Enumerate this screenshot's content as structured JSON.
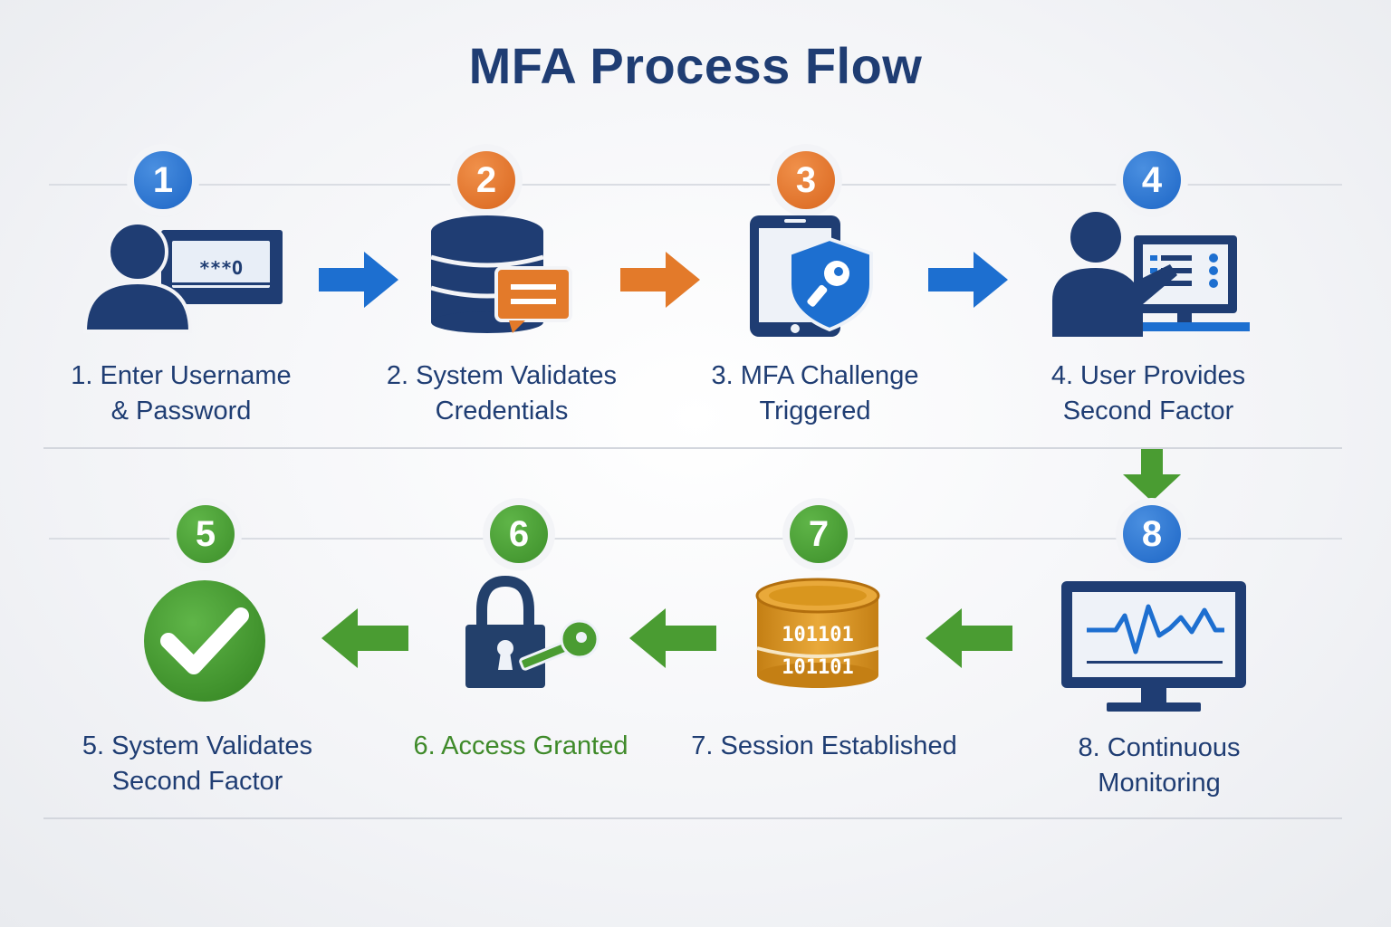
{
  "title": "MFA Process Flow",
  "colors": {
    "navy": "#1f3d73",
    "blue": "#1d66c6",
    "orange": "#e37a2a",
    "green": "#4a9c32",
    "gold": "#d9961e"
  },
  "steps": [
    {
      "number": "1",
      "label_line1": "1. Enter Username",
      "label_line2": "& Password",
      "icon": "user-login-icon",
      "password_mask": "***O"
    },
    {
      "number": "2",
      "label_line1": "2. System Validates",
      "label_line2": "Credentials",
      "icon": "database-message-icon"
    },
    {
      "number": "3",
      "label_line1": "3. MFA Challenge",
      "label_line2": "Triggered",
      "icon": "tablet-shield-key-icon"
    },
    {
      "number": "4",
      "label_line1": "4. User Provides",
      "label_line2": "Second Factor",
      "icon": "user-computer-icon"
    },
    {
      "number": "5",
      "label_line1": "5. System Validates",
      "label_line2": "Second Factor",
      "icon": "checkmark-circle-icon"
    },
    {
      "number": "6",
      "label_line1": "6. Access Granted",
      "label_line2": "",
      "icon": "padlock-key-icon"
    },
    {
      "number": "7",
      "label_line1": "7. Session Established",
      "label_line2": "",
      "icon": "binary-database-icon",
      "binary_row1": "101101",
      "binary_row2": "101101"
    },
    {
      "number": "8",
      "label_line1": "8. Continuous",
      "label_line2": "Monitoring",
      "icon": "monitor-heartbeat-icon"
    }
  ]
}
